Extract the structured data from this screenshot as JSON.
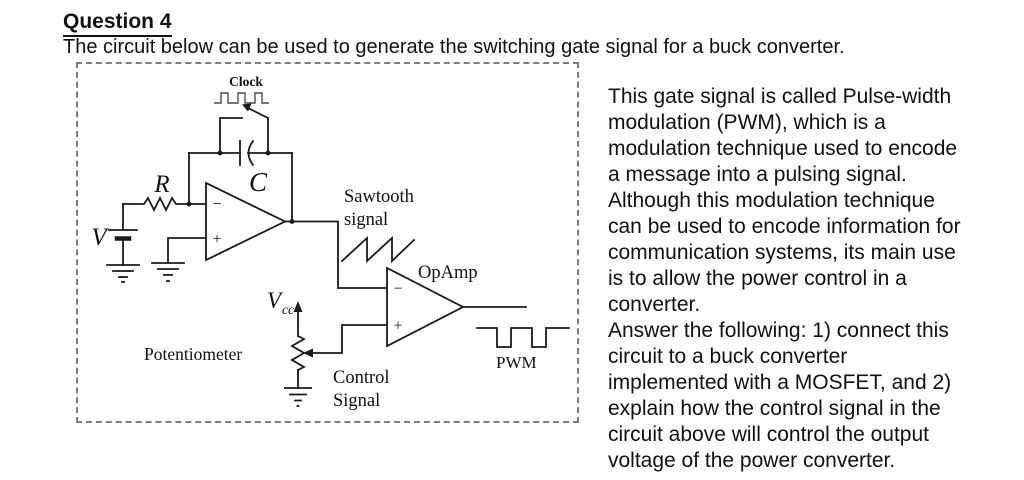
{
  "header": {
    "title": "Question 4",
    "subtitle": "The circuit below can be used to generate the switching gate signal for a buck converter."
  },
  "figure": {
    "labels": {
      "clock": "Clock",
      "r": "R",
      "c": "C",
      "v": "V",
      "vcc_main": "V",
      "vcc_sub": "cc",
      "sawtooth_line1": "Sawtooth",
      "sawtooth_line2": "signal",
      "opamp": "OpAmp",
      "potentiometer": "Potentiometer",
      "control_line1": "Control",
      "control_line2": "Signal",
      "pwm": "PWM",
      "minus": "−",
      "plus": "+"
    },
    "colors": {
      "ink": "#1a1a1a",
      "border": "#7d7d7d"
    }
  },
  "body_text": {
    "lines": [
      "This gate signal is called Pulse-width",
      "modulation (PWM), which is a",
      "modulation technique used to encode",
      "a message into a pulsing signal.",
      "Although this modulation technique",
      "can be used to encode information for",
      "communication systems, its main use",
      "is to allow the power control in a",
      "converter.",
      "Answer the following: 1) connect this",
      "circuit to a buck converter",
      "implemented with a MOSFET, and 2)",
      "explain how the control signal in the",
      "circuit above will control the output",
      "voltage of the power converter."
    ]
  }
}
